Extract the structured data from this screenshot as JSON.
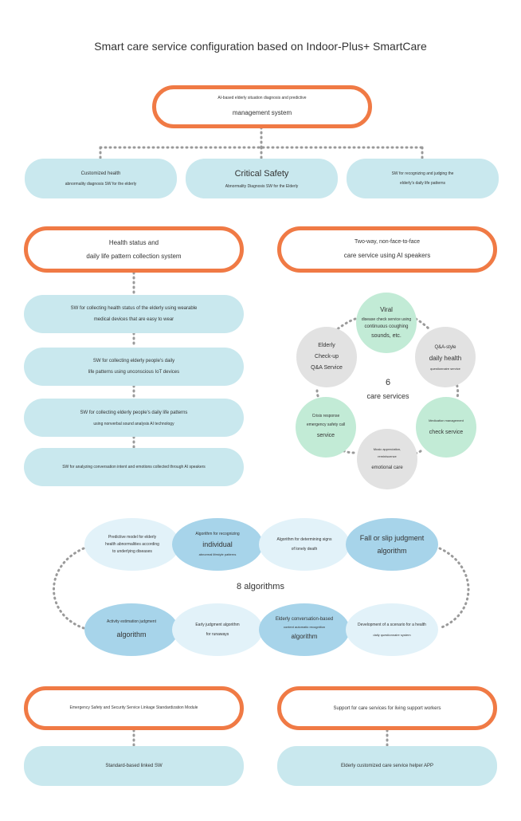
{
  "title": "Smart care service configuration based on Indoor-Plus+ SmartCare",
  "top_box": {
    "line1": "AI-based elderly situation diagnosis and predictive",
    "line2": "management system"
  },
  "top_children": [
    {
      "line1": "Customized health",
      "line2": "abnormality diagnosis SW for the elderly"
    },
    {
      "line1": "Critical Safety",
      "line2": "Abnormality Diagnosis SW for the Elderly"
    },
    {
      "line1": "SW for recognizing and judging the",
      "line2": "elderly's daily life patterns"
    }
  ],
  "health_box": {
    "line1": "Health status and",
    "line2": "daily life pattern collection system"
  },
  "health_items": [
    {
      "line1": "SW for collecting health status of the elderly using wearable",
      "line2": "medical devices that are easy to wear"
    },
    {
      "line1": "SW for collecting elderly people's daily",
      "line2": "life patterns using unconscious IoT devices"
    },
    {
      "line1": "SW for collecting elderly people's daily life patterns",
      "line2": "using nonverbal sound analysis AI technology"
    },
    {
      "line1": "SW for analyzing conversation intent and emotions collected through AI speakers",
      "line2": ""
    }
  ],
  "speaker_box": {
    "line1": "Two-way, non-face-to-face",
    "line2": "care service using AI speakers"
  },
  "care_center": {
    "count": "6",
    "label": "care services"
  },
  "care_services": [
    {
      "l1": "Viral",
      "l2": "disease check service using",
      "l3": "continuous coughing",
      "l4": "sounds, etc."
    },
    {
      "l1": "Q&A-style",
      "l2": "daily health",
      "l3": "questionnaire service",
      "l4": ""
    },
    {
      "l1": "Medication management",
      "l2": "check service",
      "l3": "",
      "l4": ""
    },
    {
      "l1": "Music appreciation,",
      "l2": "reminiscence",
      "l3": "emotional care",
      "l4": ""
    },
    {
      "l1": "Crisis response",
      "l2": "emergency safety call",
      "l3": "service",
      "l4": ""
    },
    {
      "l1": "Elderly",
      "l2": "Check-up",
      "l3": "Q&A Service",
      "l4": ""
    }
  ],
  "algorithms_label": "8 algorithms",
  "algorithms_top": [
    {
      "l1": "Predictive model for elderly",
      "l2": "health abnormalities according",
      "l3": "to underlying diseases"
    },
    {
      "l1": "Algorithm for recognizing",
      "l2": "individual",
      "l3": "abnormal lifestyle patterns"
    },
    {
      "l1": "Algorithm for determining signs",
      "l2": "of lonely death",
      "l3": ""
    },
    {
      "l1": "Fall or slip judgment",
      "l2": "algorithm",
      "l3": ""
    }
  ],
  "algorithms_bottom": [
    {
      "l1": "Activity estimation judgment",
      "l2": "algorithm",
      "l3": ""
    },
    {
      "l1": "Early judgment algorithm",
      "l2": "for runaways",
      "l3": ""
    },
    {
      "l1": "Elderly conversation-based",
      "l2": "context automatic recognition",
      "l3": "algorithm"
    },
    {
      "l1": "Development of a scenario for a health",
      "l2": "daily questionnaire system",
      "l3": ""
    }
  ],
  "bottom_left": {
    "box": "Emergency Safety and Security Service Linkage Standardization Module",
    "pill": "Standard-based linked SW"
  },
  "bottom_right": {
    "box": "Support for care services for living support workers",
    "pill": "Elderly customized care service helper APP"
  },
  "colors": {
    "orange": "#f07a45",
    "pill": "#c9e8ee",
    "gray": "#e2e2e2",
    "green": "#c2ebd6",
    "alg_light": "#e2f2f9",
    "alg_dark": "#a7d4ea",
    "dots": "#9a9a9a"
  }
}
